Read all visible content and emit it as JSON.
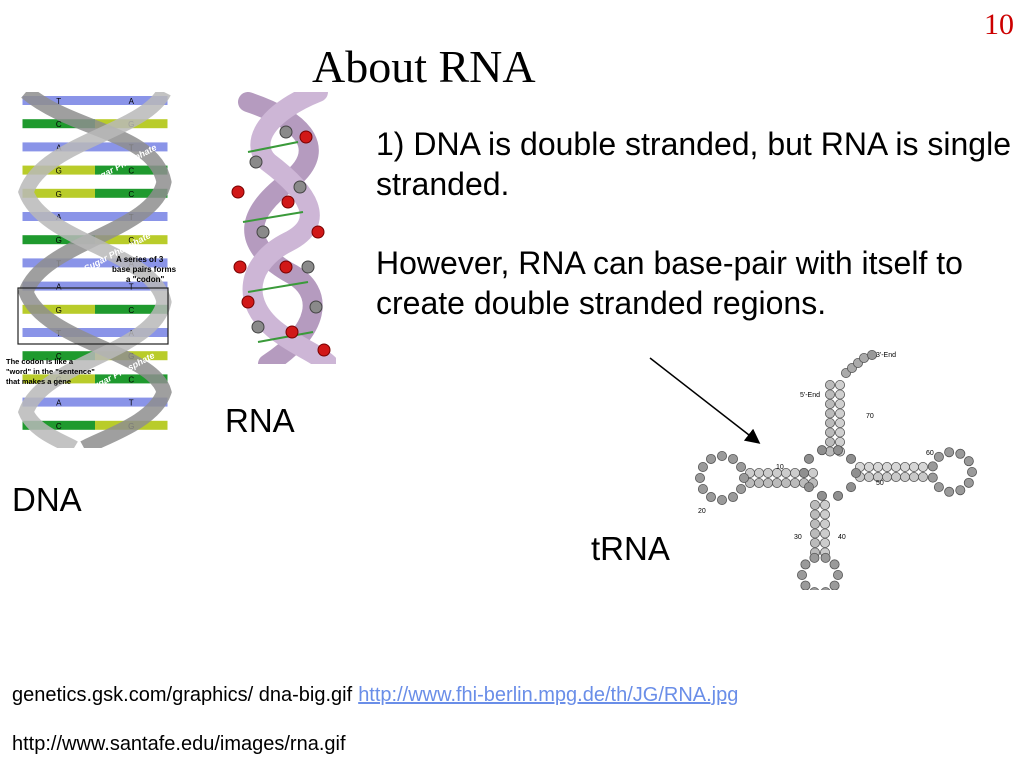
{
  "slide": {
    "page_number": "10",
    "title": "About RNA",
    "bullets": [
      "1) DNA is double stranded, but RNA is single stranded.",
      "However, RNA can base-pair with itself to create double stranded regions."
    ]
  },
  "figures": {
    "dna": {
      "label": "DNA",
      "backbone_text": "Sugar Phosphate",
      "base_rows": [
        {
          "left": "T",
          "right": "A",
          "left_color": "#8a94e8",
          "right_color": "#8a94e8"
        },
        {
          "left": "C",
          "right": "G",
          "left_color": "#1f9a2e",
          "right_color": "#b9cc2a"
        },
        {
          "left": "A",
          "right": "T",
          "left_color": "#8a94e8",
          "right_color": "#8a94e8"
        },
        {
          "left": "G",
          "right": "C",
          "left_color": "#b9cc2a",
          "right_color": "#1f9a2e"
        },
        {
          "left": "G",
          "right": "C",
          "left_color": "#b9cc2a",
          "right_color": "#1f9a2e"
        },
        {
          "left": "A",
          "right": "T",
          "left_color": "#8a94e8",
          "right_color": "#8a94e8"
        },
        {
          "left": "G",
          "right": "C",
          "left_color": "#1f9a2e",
          "right_color": "#b9cc2a"
        },
        {
          "left": "T",
          "right": "A",
          "left_color": "#8a94e8",
          "right_color": "#8a94e8"
        },
        {
          "left": "A",
          "right": "T",
          "left_color": "#8a94e8",
          "right_color": "#8a94e8"
        },
        {
          "left": "G",
          "right": "C",
          "left_color": "#b9cc2a",
          "right_color": "#1f9a2e"
        },
        {
          "left": "T",
          "right": "A",
          "left_color": "#8a94e8",
          "right_color": "#8a94e8"
        },
        {
          "left": "C",
          "right": "G",
          "left_color": "#1f9a2e",
          "right_color": "#b9cc2a"
        },
        {
          "left": "G",
          "right": "C",
          "left_color": "#b9cc2a",
          "right_color": "#1f9a2e"
        },
        {
          "left": "A",
          "right": "T",
          "left_color": "#8a94e8",
          "right_color": "#8a94e8"
        },
        {
          "left": "C",
          "right": "G",
          "left_color": "#1f9a2e",
          "right_color": "#b9cc2a"
        }
      ],
      "codon_note": [
        "A series of 3",
        "base pairs forms",
        "a \"codon\""
      ],
      "sentence_note": [
        "The codon is like a",
        "\"word\" in the \"sentence\"",
        "that makes a gene"
      ]
    },
    "rna": {
      "label": "RNA"
    },
    "trna": {
      "label": "tRNA",
      "annotations": {
        "end3": "3'-End",
        "end5": "5'-End",
        "n70": "70",
        "n10": "10",
        "n60": "60",
        "n50": "50",
        "n20": "20",
        "n30": "30",
        "n40": "40"
      }
    }
  },
  "credits": {
    "line1_text": "genetics.gsk.com/graphics/ dna-big.gif",
    "line1_link": "http://www.fhi-berlin.mpg.de/th/JG/RNA.jpg",
    "line2_text": "http://www.santafe.edu/images/rna.gif"
  },
  "colors": {
    "page_number": "#cc0000",
    "link": "#6a8ee8"
  }
}
